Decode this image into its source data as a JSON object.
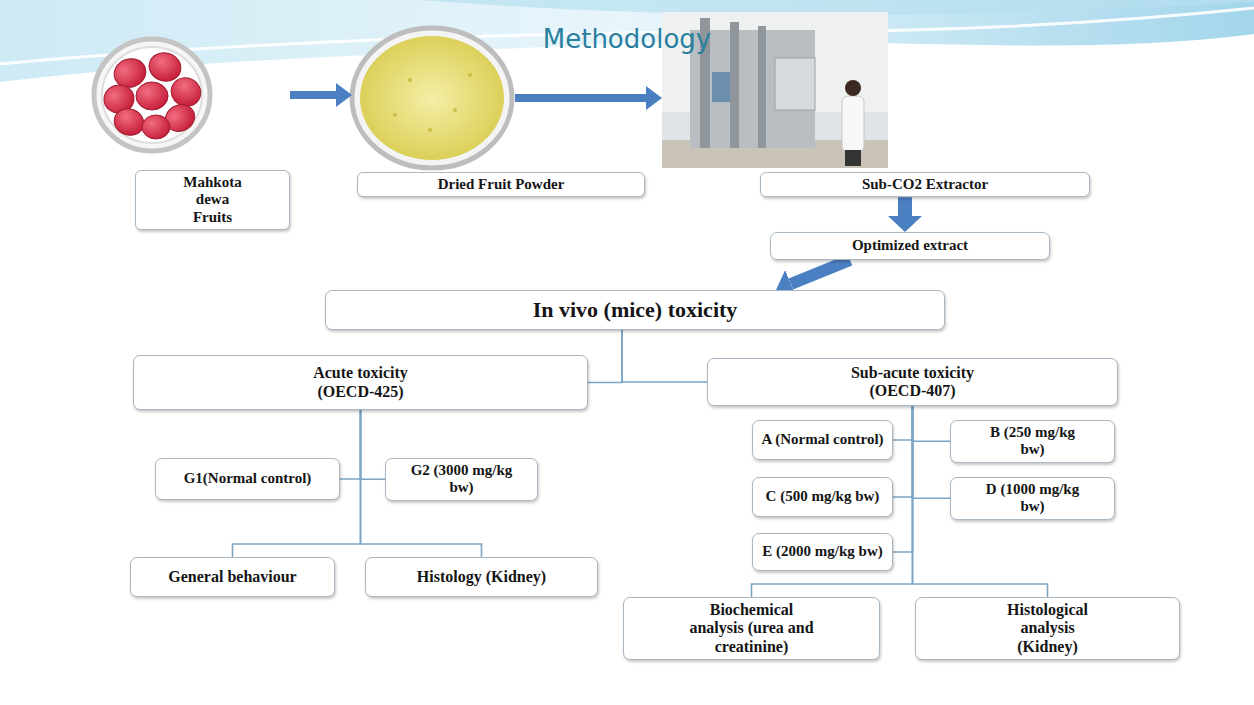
{
  "diagram": {
    "title": "Methodology",
    "nodes": [
      {
        "text": [
          "Mahkota dewa Fruits"
        ]
      },
      {
        "text": [
          "Dried Fruit Powder"
        ]
      },
      {
        "text": [
          "Sub-CO2 Extractor"
        ]
      },
      {
        "text": [
          "Optimized extract"
        ]
      },
      {
        "text": [
          "In vivo (mice) toxicity"
        ]
      },
      {
        "text": [
          "Acute toxicity (OECD-425)"
        ]
      },
      {
        "text": [
          "Sub-acute toxicity (OECD-407)"
        ]
      },
      {
        "text": [
          "G1(Normal control)"
        ]
      },
      {
        "text": [
          "G2 (3000 mg/kg bw)"
        ]
      },
      {
        "text": [
          "A (Normal control)"
        ]
      },
      {
        "text": [
          "B (250 mg/kg bw)"
        ]
      },
      {
        "text": [
          "C (500 mg/kg bw)"
        ]
      },
      {
        "text": [
          "D (1000 mg/kg bw)"
        ]
      },
      {
        "text": [
          "E (2000 mg/kg bw)"
        ]
      },
      {
        "text": [
          "General behaviour"
        ]
      },
      {
        "text": [
          "Histology (Kidney)"
        ]
      },
      {
        "text": [
          "Biochemical analysis (urea and creatinine)"
        ]
      },
      {
        "text": [
          "Histological analysis (Kidney)"
        ]
      }
    ],
    "edges": [
      {
        "from": 0,
        "to": 1,
        "arrow": "to"
      },
      {
        "from": 1,
        "to": 2,
        "arrow": "to"
      },
      {
        "from": 2,
        "to": 3,
        "arrow": "to"
      },
      {
        "from": 3,
        "to": 4,
        "arrow": "to"
      },
      {
        "from": 4,
        "to": 5,
        "arrow": "none"
      },
      {
        "from": 4,
        "to": 6,
        "arrow": "none"
      },
      {
        "from": 5,
        "to": 7,
        "arrow": "none"
      },
      {
        "from": 5,
        "to": 8,
        "arrow": "none"
      },
      {
        "from": 5,
        "to": 14,
        "arrow": "none"
      },
      {
        "from": 5,
        "to": 15,
        "arrow": "none"
      },
      {
        "from": 6,
        "to": 9,
        "arrow": "none"
      },
      {
        "from": 6,
        "to": 10,
        "arrow": "none"
      },
      {
        "from": 6,
        "to": 11,
        "arrow": "none"
      },
      {
        "from": 6,
        "to": 12,
        "arrow": "none"
      },
      {
        "from": 6,
        "to": 13,
        "arrow": "none"
      },
      {
        "from": 6,
        "to": 16,
        "arrow": "none"
      },
      {
        "from": 6,
        "to": 17,
        "arrow": "none"
      }
    ]
  }
}
